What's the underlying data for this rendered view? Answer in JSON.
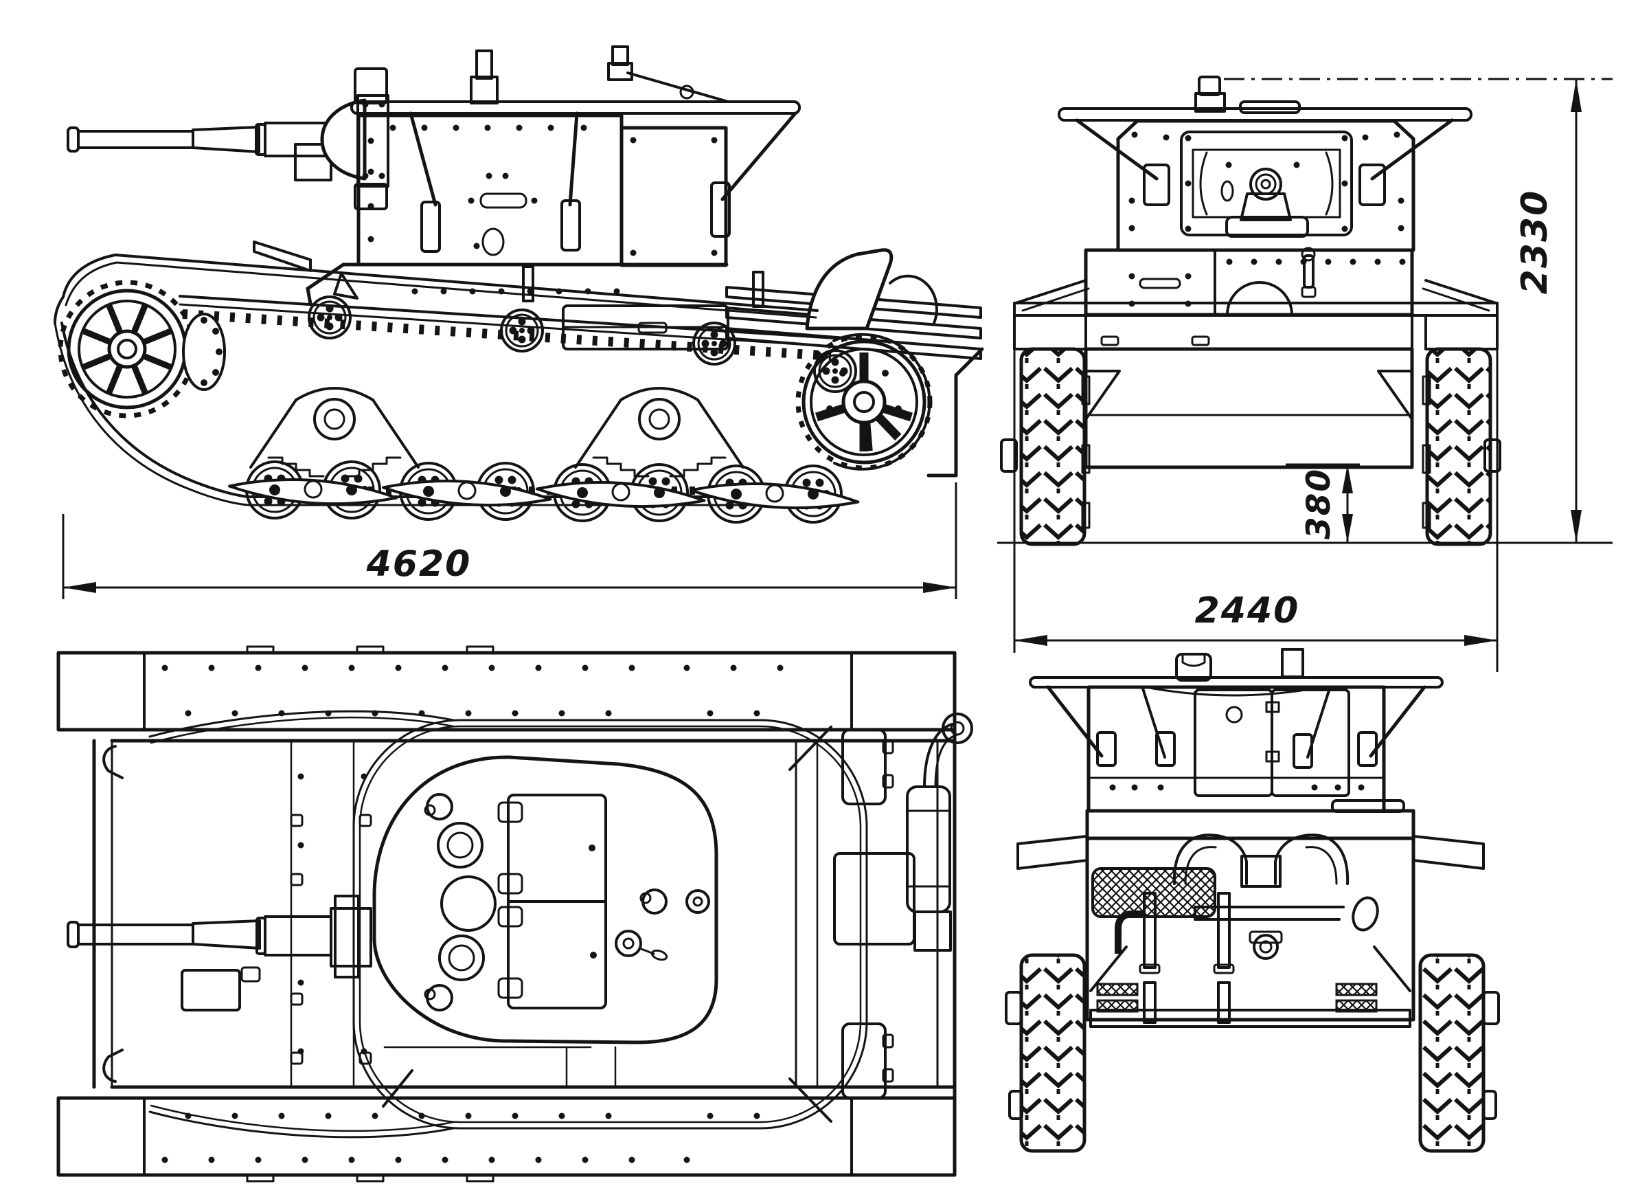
{
  "style": {
    "ink": "#141414",
    "paper": "#ffffff"
  },
  "dimensions": {
    "overall_length": {
      "text": "4620"
    },
    "overall_width": {
      "text": "2440"
    },
    "overall_height": {
      "text": "2330"
    },
    "ground_clearance": {
      "text": "380"
    }
  }
}
